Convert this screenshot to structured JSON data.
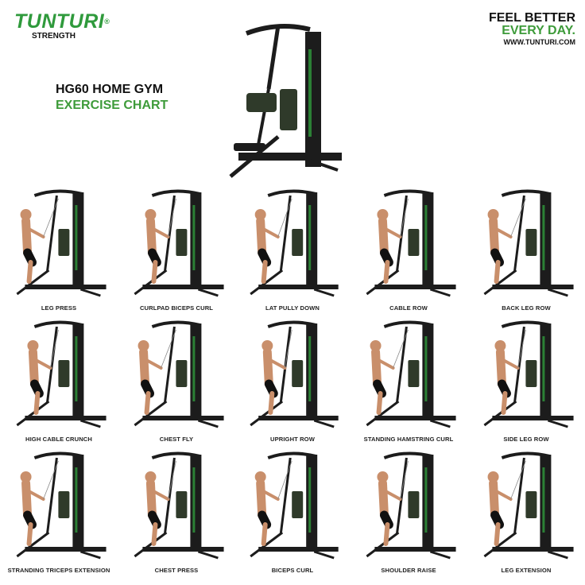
{
  "brand": {
    "name": "TUNTURI",
    "registered": "®",
    "sub": "STRENGTH"
  },
  "slogan": {
    "line1": "FEEL BETTER",
    "line2": "EVERY DAY.",
    "url": "WWW.TUNTURI.COM"
  },
  "title": {
    "line1": "HG60 HOME GYM",
    "line2": "EXERCISE CHART"
  },
  "colors": {
    "brand_green": "#2f9a3c",
    "machine": "#1c1c1c",
    "pad": "#2f3a2a",
    "skin": "#c98f6b"
  },
  "exercises": [
    {
      "label": "LEG PRESS"
    },
    {
      "label": "CURLPAD BICEPS CURL"
    },
    {
      "label": "LAT PULLY DOWN"
    },
    {
      "label": "CABLE ROW"
    },
    {
      "label": "BACK LEG ROW"
    },
    {
      "label": "HIGH CABLE CRUNCH"
    },
    {
      "label": "CHEST FLY"
    },
    {
      "label": "UPRIGHT ROW"
    },
    {
      "label": "STANDING HAMSTRING CURL"
    },
    {
      "label": "SIDE LEG ROW"
    },
    {
      "label": "STRANDING TRICEPS EXTENSION"
    },
    {
      "label": "CHEST PRESS"
    },
    {
      "label": "BICEPS CURL"
    },
    {
      "label": "SHOULDER RAISE"
    },
    {
      "label": "LEG EXTENSION"
    }
  ]
}
